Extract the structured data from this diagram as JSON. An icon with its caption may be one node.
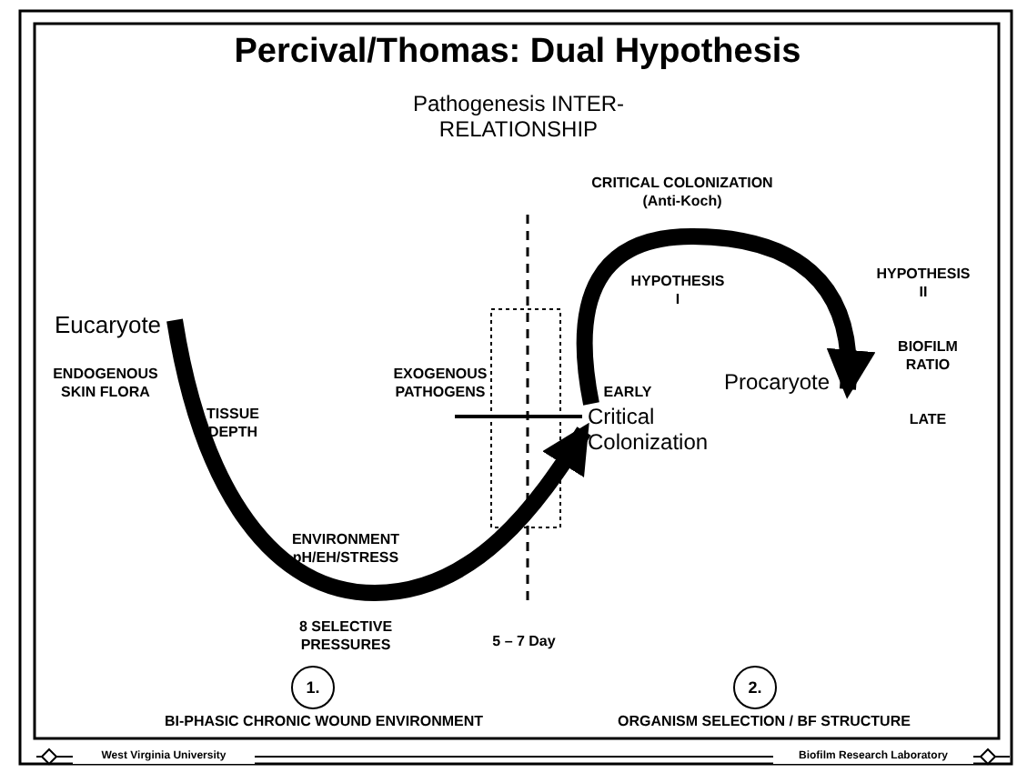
{
  "diagram": {
    "title": "Percival/Thomas: Dual Hypothesis",
    "nodes": [
      {
        "text": [
          "Eucaryote"
        ]
      },
      {
        "text": [
          "Critical Colonization"
        ]
      },
      {
        "text": [
          "Procaryote"
        ]
      },
      {
        "text": [
          "1."
        ],
        "beside": [
          "BI-PHASIC CHRONIC WOUND ENVIRONMENT"
        ]
      },
      {
        "text": [
          "2."
        ],
        "beside": [
          "ORGANISM SELECTION / BF STRUCTURE"
        ]
      }
    ],
    "edges": [
      {
        "from": 0,
        "to": 1,
        "arrow": "to"
      },
      {
        "from": 1,
        "to": 2,
        "arrow": "to"
      }
    ],
    "labels": [
      "Pathogenesis INTER-RELATIONSHIP",
      "CRITICAL COLONIZATION (Anti-Koch)",
      "HYPOTHESIS I",
      "HYPOTHESIS II",
      "ENDOGENOUS SKIN FLORA",
      "TISSUE DEPTH",
      "EXOGENOUS PATHOGENS",
      "EARLY",
      "BIOFILM RATIO",
      "LATE",
      "ENVIRONMENT pH/EH/STRESS",
      "8 SELECTIVE PRESSURES",
      "5 – 7 Day",
      "West Virginia University",
      "Biofilm Research Laboratory"
    ]
  }
}
